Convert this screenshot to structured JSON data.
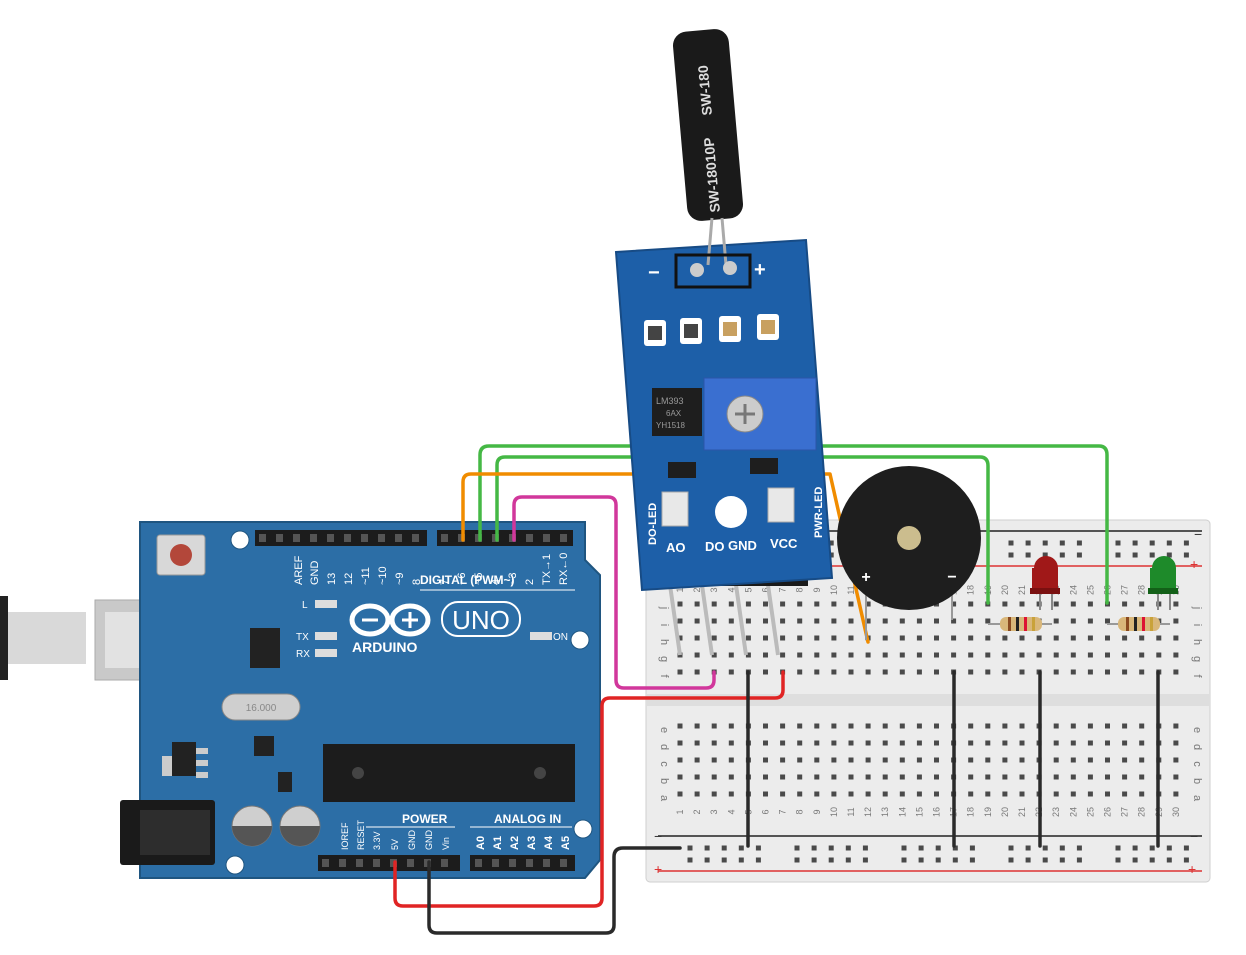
{
  "arduino": {
    "brand": "ARDUINO",
    "model": "UNO",
    "digital_section": "DIGITAL (PWM~)",
    "power_section": "POWER",
    "analog_section": "ANALOG IN",
    "crystal": "16.000",
    "leds": [
      "L",
      "TX",
      "RX",
      "ON"
    ],
    "digital_pins": [
      "AREF",
      "GND",
      "13",
      "12",
      "~11",
      "~10",
      "~9",
      "8",
      "7",
      "~6",
      "~5",
      "4",
      "~3",
      "2",
      "TX→1",
      "RX←0"
    ],
    "power_pins": [
      "IOREF",
      "RESET",
      "3.3V",
      "5V",
      "GND",
      "GND",
      "Vin"
    ],
    "analog_pins": [
      "A0",
      "A1",
      "A2",
      "A3",
      "A4",
      "A5"
    ]
  },
  "sensor": {
    "switch_label_1": "SW-18010P",
    "switch_label_2": "SW-180",
    "chip_label": "LM393",
    "chip_sub": "6AX",
    "chip_code": "YH1518",
    "do_led": "DO-LED",
    "pwr_led": "PWR-LED",
    "pins": [
      "AO",
      "DO",
      "GND",
      "VCC"
    ],
    "minus": "−",
    "plus": "+"
  },
  "breadboard": {
    "rows_top": [
      "j",
      "i",
      "h",
      "g",
      "f"
    ],
    "rows_bottom": [
      "e",
      "d",
      "c",
      "b",
      "a"
    ],
    "col_labels": [
      "1",
      "2",
      "3",
      "4",
      "5",
      "6",
      "7",
      "8",
      "9",
      "10",
      "11",
      "12",
      "13",
      "14",
      "15",
      "16",
      "17",
      "18",
      "19",
      "20",
      "21",
      "22",
      "23",
      "24",
      "25",
      "26",
      "27",
      "28",
      "29",
      "30"
    ],
    "rail_minus": "−",
    "rail_plus": "+"
  },
  "buzzer": {
    "plus": "+",
    "minus": "−"
  },
  "colors": {
    "board": "#2c6ea6",
    "sensor": "#1d5fa8",
    "wire_orange": "#f08c00",
    "wire_green": "#45b845",
    "wire_pink": "#d1379b",
    "wire_red": "#e02424",
    "wire_black": "#2a2a2a",
    "led_red": "#a01818",
    "led_green": "#1e8a2a"
  }
}
